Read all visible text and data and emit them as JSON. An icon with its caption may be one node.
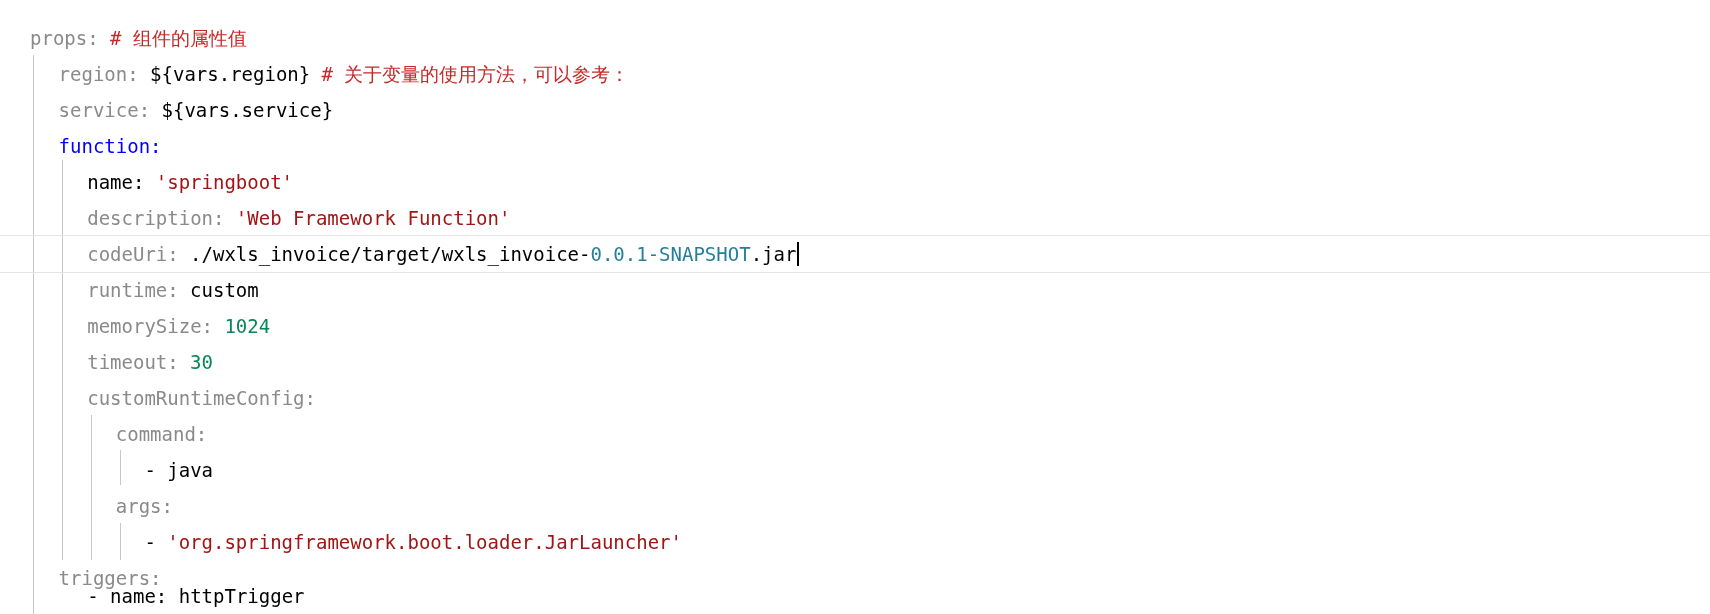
{
  "diagram": {
    "labels": [
      "props:",
      "# 组件的属性值",
      "region:",
      "${vars.region}",
      "# 关于变量的使用方法，可以参考：",
      "service:",
      "${vars.service}",
      "function:",
      "name:",
      "'springboot'",
      "description:",
      "'Web Framework Function'",
      "codeUri:",
      "./wxls_invoice/target/wxls_invoice-",
      "0.0.1-SNAPSHOT",
      ".jar",
      "runtime:",
      "custom",
      "memorySize:",
      "1024",
      "timeout:",
      "30",
      "customRuntimeConfig:",
      "command:",
      "- java",
      "args:",
      "-",
      "'org.springframework.boot.loader.JarLauncher'",
      "triggers:",
      "- name: httpTrigger"
    ]
  }
}
